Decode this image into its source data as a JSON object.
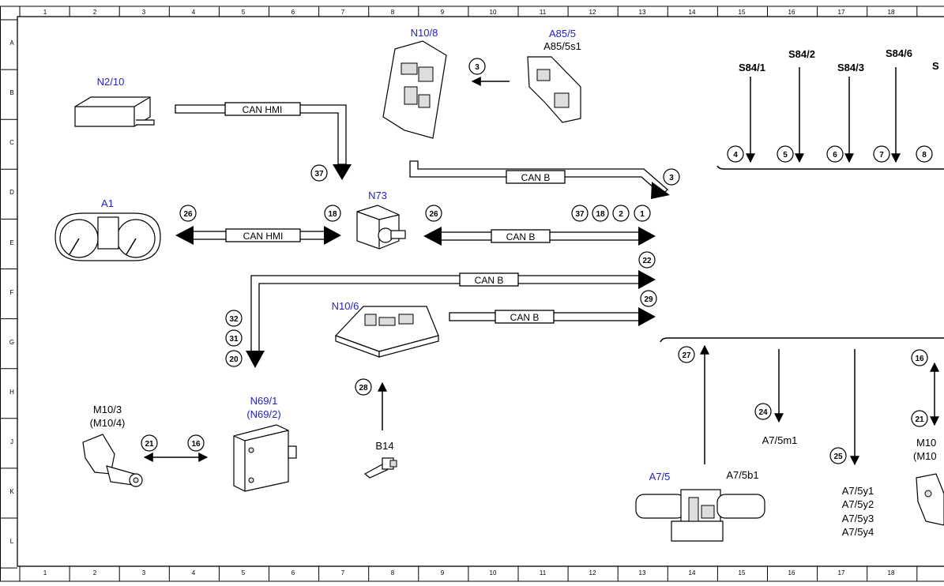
{
  "grid": {
    "columns": [
      "1",
      "2",
      "3",
      "4",
      "5",
      "6",
      "7",
      "8",
      "9",
      "10",
      "11",
      "12",
      "13",
      "14",
      "15",
      "16",
      "17",
      "18"
    ],
    "rows": [
      "A",
      "B",
      "C",
      "D",
      "E",
      "F",
      "G",
      "H",
      "J",
      "K",
      "L"
    ]
  },
  "components": {
    "n2_10": "N2/10",
    "n10_8": "N10/8",
    "a85_5": "A85/5",
    "a85_5s1": "A85/5s1",
    "a1": "A1",
    "n73": "N73",
    "n10_6": "N10/6",
    "n69_1": "N69/1",
    "n69_2": "(N69/2)",
    "m10_3": "M10/3",
    "m10_4": "(M10/4)",
    "b14": "B14",
    "a7_5": "A7/5",
    "a7_5b1": "A7/5b1",
    "a7_5m1": "A7/5m1",
    "a7_5y1": "A7/5y1",
    "a7_5y2": "A7/5y2",
    "a7_5y3": "A7/5y3",
    "a7_5y4": "A7/5y4",
    "s84_1": "S84/1",
    "s84_2": "S84/2",
    "s84_3": "S84/3",
    "s84_6": "S84/6",
    "s_partial": "S",
    "m10_partial": "M10",
    "m10_partial2": "(M10"
  },
  "buses": {
    "can_hmi": "CAN HMI",
    "can_b": "CAN B"
  },
  "callouts": {
    "c3a": "3",
    "c3b": "3",
    "c4": "4",
    "c5": "5",
    "c6": "6",
    "c7": "7",
    "c8": "8",
    "c37a": "37",
    "c26a": "26",
    "c18a": "18",
    "c26b": "26",
    "c37b": "37",
    "c18b": "18",
    "c2": "2",
    "c1": "1",
    "c22": "22",
    "c29": "29",
    "c32": "32",
    "c31": "31",
    "c20": "20",
    "c28": "28",
    "c21a": "21",
    "c16a": "16",
    "c27": "27",
    "c24": "24",
    "c25": "25",
    "c16b": "16",
    "c21b": "21"
  }
}
